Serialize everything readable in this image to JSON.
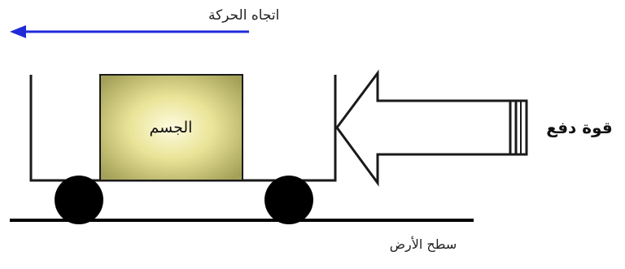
{
  "labels": {
    "motion_direction": "اتجاه الحركة",
    "body": "الجسم",
    "push_force": "قوة دفع",
    "ground_surface": "سطح الأرض"
  },
  "colors": {
    "motion_arrow": "#1f2bd8",
    "outline": "#1a1a1a",
    "box_center": "#fffbe0",
    "box_edge": "#a4a058",
    "wheel": "#000000",
    "ground": "#000000"
  },
  "icons": {
    "motion_arrow": "arrow-left-icon",
    "push_arrow": "arrow-left-outline-icon"
  }
}
